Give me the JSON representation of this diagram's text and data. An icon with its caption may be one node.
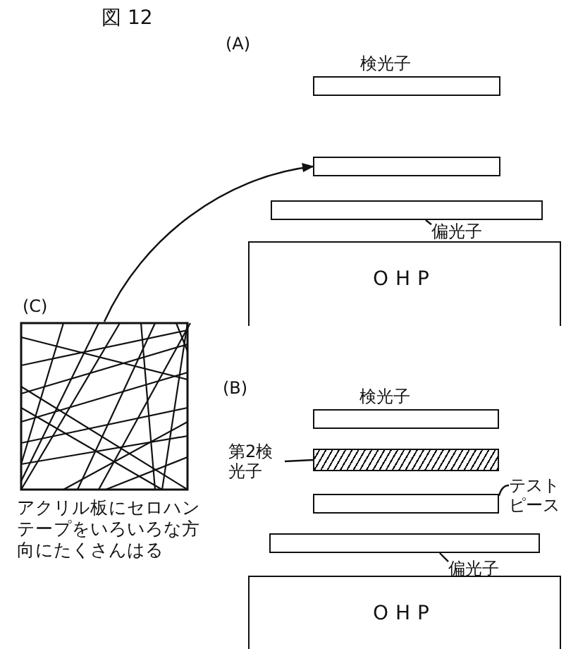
{
  "diagram": {
    "nodes": [
      {
        "text": [
          "検光子"
        ]
      },
      {
        "text": [],
        "shape": "box"
      },
      {
        "text": [
          "偏光子"
        ]
      },
      {
        "text": [],
        "shape": "box"
      },
      {
        "text": [
          "OHP"
        ]
      },
      {
        "text": [
          "(C)",
          "アクリル板にセロハンテープをいろいろな方向にたくさんはる"
        ]
      },
      {
        "text": [
          "検光子"
        ]
      },
      {
        "text": [
          "第2検光子"
        ]
      },
      {
        "text": [],
        "shape": "box"
      },
      {
        "text": [
          "テストピース"
        ]
      },
      {
        "text": [],
        "shape": "box"
      },
      {
        "text": [
          "偏光子"
        ]
      },
      {
        "text": [],
        "shape": "box"
      },
      {
        "text": [
          "OHP"
        ]
      }
    ],
    "edges": [
      {
        "from": 5,
        "to": 1,
        "arrow": "to"
      },
      {
        "from": 2,
        "to": 3,
        "arrow": "none"
      },
      {
        "from": 7,
        "to": 8,
        "arrow": "none"
      },
      {
        "from": 9,
        "to": 10,
        "arrow": "none"
      },
      {
        "from": 11,
        "to": 12,
        "arrow": "none"
      }
    ],
    "labels": [
      "図 12",
      "(A)",
      "(B)"
    ]
  }
}
